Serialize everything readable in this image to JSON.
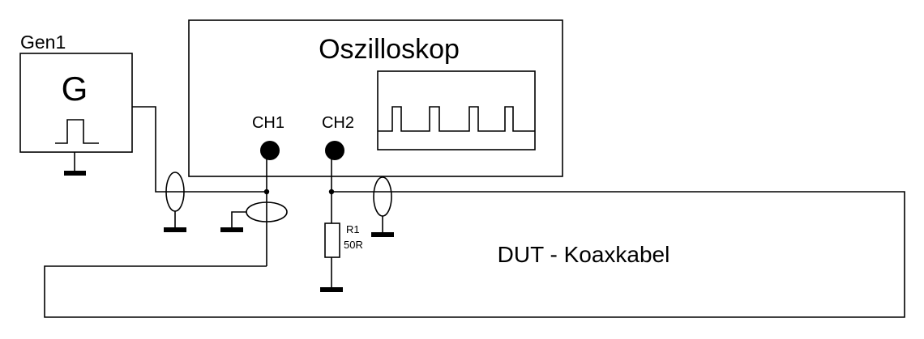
{
  "labels": {
    "generator_name": "Gen1",
    "generator_symbol": "G",
    "oscilloscope_title": "Oszilloskop",
    "channel1": "CH1",
    "channel2": "CH2",
    "resistor_ref": "R1",
    "resistor_value": "50R",
    "dut_label": "DUT - Koaxkabel"
  },
  "colors": {
    "line": "#000000",
    "background": "#ffffff"
  }
}
